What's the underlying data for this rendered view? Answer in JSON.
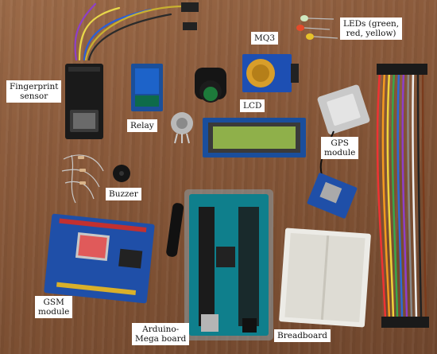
{
  "labels": {
    "fingerprint_sensor": "Fingerprint\nsensor",
    "relay": "Relay",
    "mq3": "MQ3",
    "leds": "LEDs (green,\nred, yellow)",
    "lcd": "LCD",
    "gps_module": "GPS\nmodule",
    "buzzer": "Buzzer",
    "gsm_module": "GSM\nmodule",
    "arduino_mega_board": "Arduino-\nMega board",
    "breadboard": "Breadboard"
  },
  "colors": {
    "table_wood": "#8a5a3b",
    "board_blue": "#1f4fa8",
    "arduino_teal": "#0f7f8c",
    "lcd_green": "#8fb04a",
    "relay_blue": "#1d63c9",
    "label_background": "#ffffff"
  }
}
